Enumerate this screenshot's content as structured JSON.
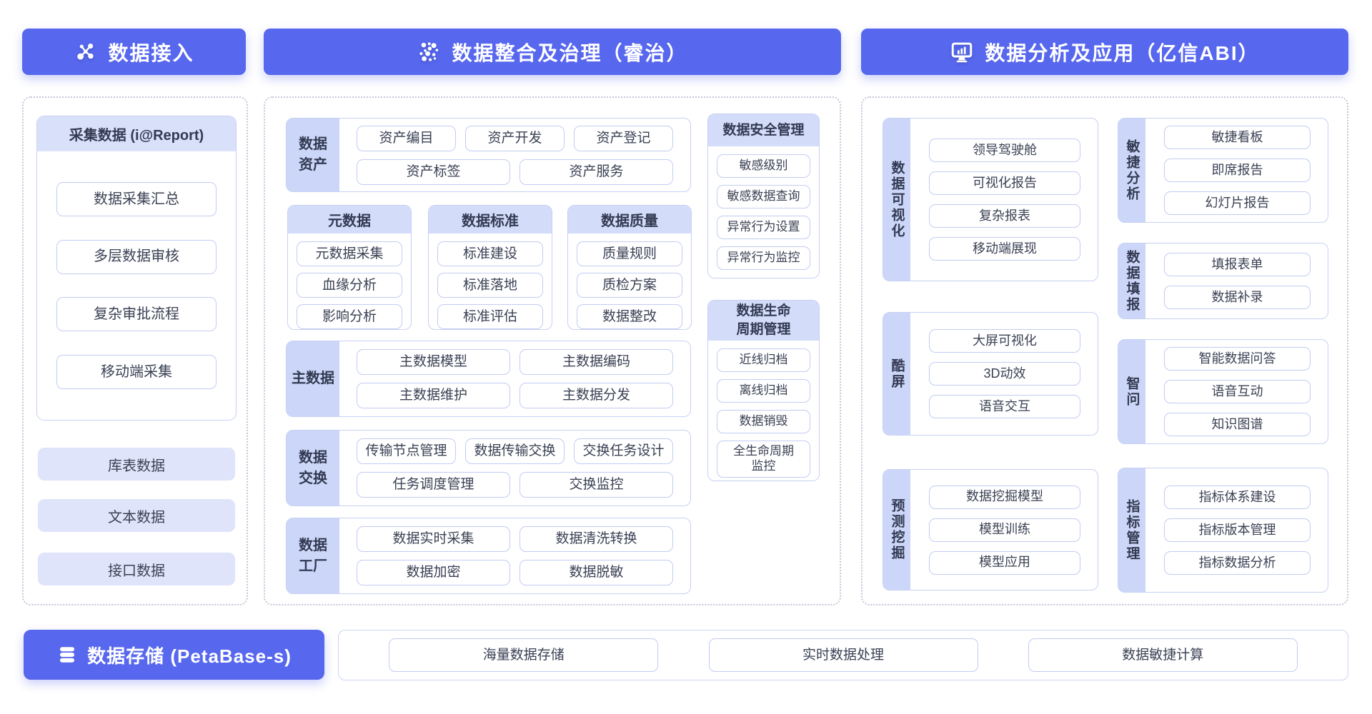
{
  "colors": {
    "accent_blue": "#5767ee",
    "band_lavender": "#cbd6f8",
    "header_band": "#d3dcf9",
    "fill_box": "#dfe4fb",
    "card_border": "#c7d1f4",
    "chip_border": "#c2ccf2",
    "dotted_border": "#c3c8d8",
    "text_dark": "#3b4154"
  },
  "headers": {
    "access": {
      "label": "数据接入",
      "icon": "share-nodes-icon"
    },
    "governance": {
      "label": "数据整合及治理（睿治）",
      "icon": "dots-swirl-icon"
    },
    "analysis": {
      "label": "数据分析及应用（亿信ABI）",
      "icon": "monitor-chart-icon"
    }
  },
  "left": {
    "collect": {
      "title": "采集数据 (i@Report)",
      "items": [
        "数据采集汇总",
        "多层数据审核",
        "复杂审批流程",
        "移动端采集"
      ]
    },
    "sources": [
      "库表数据",
      "文本数据",
      "接口数据"
    ]
  },
  "middle": {
    "asset": {
      "label": "数据\n资产",
      "row1": [
        "资产编目",
        "资产开发",
        "资产登记"
      ],
      "row2": [
        "资产标签",
        "资产服务"
      ]
    },
    "meta": {
      "title": "元数据",
      "items": [
        "元数据采集",
        "血缘分析",
        "影响分析"
      ]
    },
    "standard": {
      "title": "数据标准",
      "items": [
        "标准建设",
        "标准落地",
        "标准评估"
      ]
    },
    "quality": {
      "title": "数据质量",
      "items": [
        "质量规则",
        "质检方案",
        "数据整改"
      ]
    },
    "master": {
      "label": "主数据",
      "row1": [
        "主数据模型",
        "主数据编码"
      ],
      "row2": [
        "主数据维护",
        "主数据分发"
      ]
    },
    "exchange": {
      "label": "数据\n交换",
      "row1": [
        "传输节点管理",
        "数据传输交换",
        "交换任务设计"
      ],
      "row2": [
        "任务调度管理",
        "交换监控"
      ]
    },
    "factory": {
      "label": "数据\n工厂",
      "row1": [
        "数据实时采集",
        "数据清洗转换"
      ],
      "row2": [
        "数据加密",
        "数据脱敏"
      ]
    },
    "security": {
      "title": "数据安全管理",
      "items": [
        "敏感级别",
        "敏感数据查询",
        "异常行为设置",
        "异常行为监控"
      ]
    },
    "lifecycle": {
      "title": "数据生命\n周期管理",
      "items": [
        "近线归档",
        "离线归档",
        "数据销毁",
        "全生命周期\n监控"
      ]
    }
  },
  "right": {
    "visual": {
      "label": "数据可视化",
      "items": [
        "领导驾驶舱",
        "可视化报告",
        "复杂报表",
        "移动端展现"
      ]
    },
    "coolscreen": {
      "label": "酷屏",
      "items": [
        "大屏可视化",
        "3D动效",
        "语音交互"
      ]
    },
    "mining": {
      "label": "预测挖掘",
      "items": [
        "数据挖掘模型",
        "模型训练",
        "模型应用"
      ]
    },
    "agile": {
      "label": "敏捷分析",
      "items": [
        "敏捷看板",
        "即席报告",
        "幻灯片报告"
      ]
    },
    "filling": {
      "label": "数据填报",
      "items": [
        "填报表单",
        "数据补录"
      ]
    },
    "zhiwen": {
      "label": "智问",
      "items": [
        "智能数据问答",
        "语音互动",
        "知识图谱"
      ]
    },
    "indicator": {
      "label": "指标管理",
      "items": [
        "指标体系建设",
        "指标版本管理",
        "指标数据分析"
      ]
    }
  },
  "bottom": {
    "storage": {
      "label": "数据存储 (PetaBase-s)",
      "icon": "database-icon"
    },
    "capabilities": [
      "海量数据存储",
      "实时数据处理",
      "数据敏捷计算"
    ]
  }
}
